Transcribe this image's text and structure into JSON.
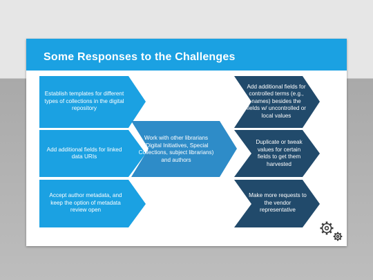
{
  "slide": {
    "title": "Some Responses to the Challenges"
  },
  "colors": {
    "accent": "#1ba1e2",
    "mid_blue": "#2e8cc8",
    "dark_blue": "#214a6b"
  },
  "left_column": [
    "Establish templates for different types of collections in the digital repository",
    "Add additional fields for linked data URIs",
    "Accept author metadata, and keep the option of metadata review open"
  ],
  "center": {
    "label": "Work with other librarians (Digital Initiatives, Special Collections, subject librarians) and authors"
  },
  "right_column": [
    "Add additional fields for controlled terms (e.g., names) besides the fields w/ uncontrolled or local values",
    "Duplicate or tweak values for certain fields to get them harvested",
    "Make more requests to the vendor representative"
  ],
  "icon": "gears-icon"
}
